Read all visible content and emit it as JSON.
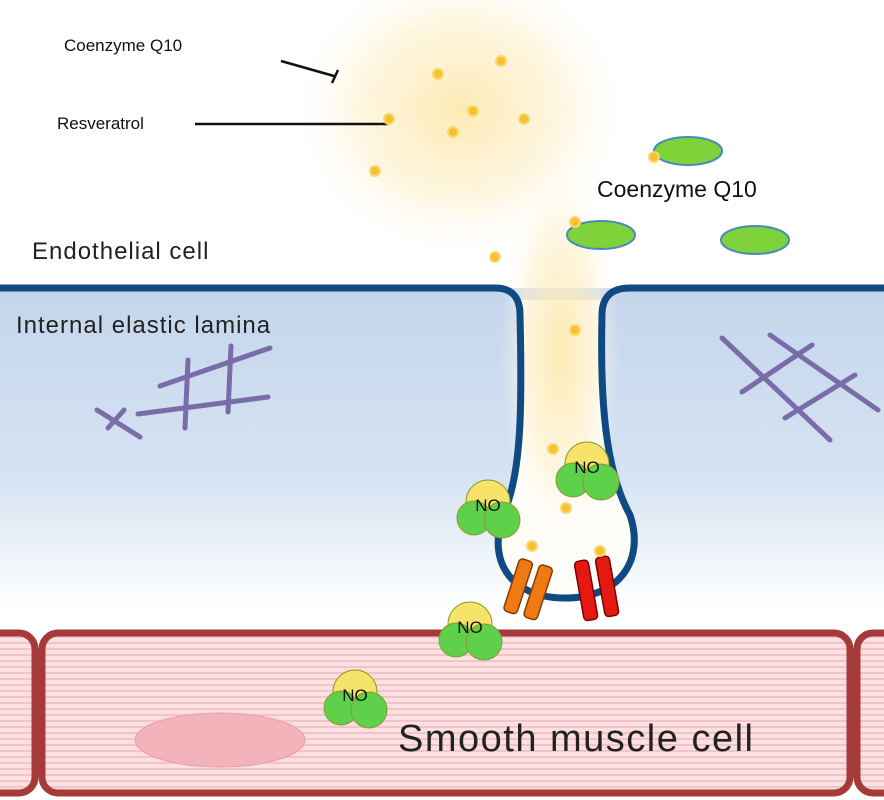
{
  "labels": {
    "coq10_legend": "Coenzyme Q10",
    "resveratrol_legend": "Resveratrol",
    "coq10_main": "Coenzyme Q10",
    "endothelial": "Endothelial cell",
    "lamina": "Internal elastic lamina",
    "smooth_muscle": "Smooth muscle cell"
  },
  "no_label": "NO",
  "colors": {
    "membrane": "#0f4a85",
    "muscle_border": "#a63a3a",
    "resveratrol_dot": "#f5c22e",
    "coq10": "#7ed23a",
    "lamina_fiber": "#6b5a9c"
  }
}
